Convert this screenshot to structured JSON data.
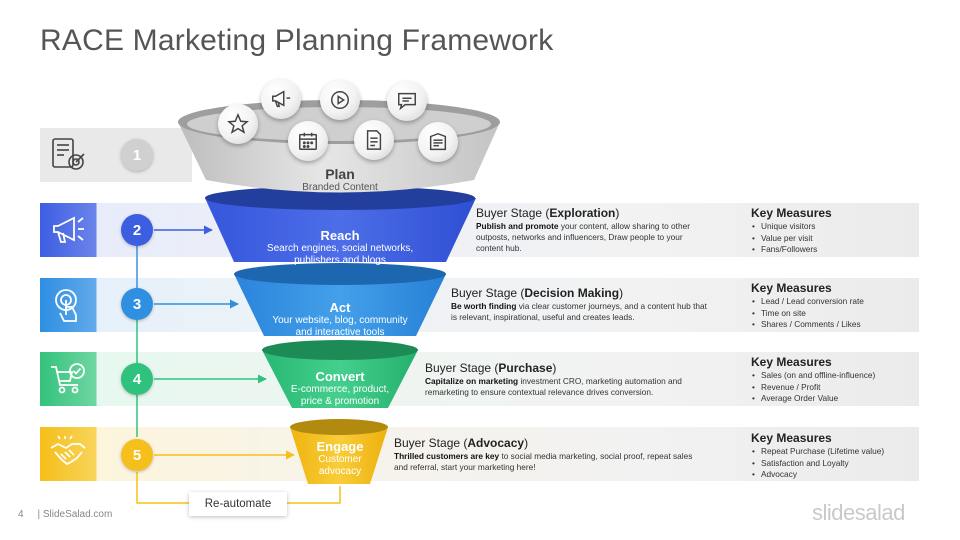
{
  "title": "RACE Marketing Planning Framework",
  "colors": {
    "plan": "#c8c8c8",
    "reach": "#3b5fe0",
    "act": "#2f8fe0",
    "convert": "#2fc27e",
    "engage": "#f5c01c"
  },
  "plan": {
    "heading": "Plan",
    "subtitle": "Branded Content"
  },
  "funnel_icons": [
    "star-icon",
    "megaphone-icon",
    "play-icon",
    "chat-icon",
    "calendar-icon",
    "document-icon",
    "newspaper-icon"
  ],
  "stages": [
    {
      "number": "1",
      "icon": "planning-checklist-icon"
    },
    {
      "number": "2",
      "icon": "megaphone-icon",
      "funnel_heading": "Reach",
      "funnel_sub": [
        "Search engines, social networks,",
        "publishers and blogs"
      ],
      "buyer_prefix": "Buyer Stage (",
      "buyer_name": "Exploration",
      "buyer_suffix": ")",
      "desc_bold": "Publish and promote",
      "desc_rest_1": " your content, allow sharing to other",
      "desc_lines": [
        "outposts, networks and influencers, Draw people to your",
        "content hub."
      ],
      "km_title": "Key Measures",
      "km_items": [
        "Unique visitors",
        "Value per visit",
        "Fans/Followers"
      ]
    },
    {
      "number": "3",
      "icon": "touch-icon",
      "funnel_heading": "Act",
      "funnel_sub": [
        "Your website, blog, community",
        "and interactive tools"
      ],
      "buyer_prefix": "Buyer Stage (",
      "buyer_name": "Decision Making",
      "buyer_suffix": ")",
      "desc_bold": "Be worth finding",
      "desc_rest_1": " via clear customer journeys, and a content hub that",
      "desc_lines": [
        "is relevant, inspirational,  useful and creates leads."
      ],
      "km_title": "Key Measures",
      "km_items": [
        "Lead / Lead conversion rate",
        "Time on site",
        "Shares / Comments / Likes"
      ]
    },
    {
      "number": "4",
      "icon": "cart-check-icon",
      "funnel_heading": "Convert",
      "funnel_sub": [
        "E-commerce, product,",
        "price & promotion"
      ],
      "buyer_prefix": "Buyer Stage (",
      "buyer_name": "Purchase",
      "buyer_suffix": ")",
      "desc_bold": "Capitalize on marketing",
      "desc_rest_1": " investment CRO, marketing automation and",
      "desc_lines": [
        "remarketing to ensure contextual relevance drives conversion."
      ],
      "km_title": "Key Measures",
      "km_items": [
        "Sales (on and offline-influence)",
        "Revenue / Profit",
        "Average Order Value"
      ]
    },
    {
      "number": "5",
      "icon": "handshake-icon",
      "funnel_heading": "Engage",
      "funnel_sub": [
        "Customer",
        "advocacy"
      ],
      "buyer_prefix": "Buyer Stage (",
      "buyer_name": "Advocacy",
      "buyer_suffix": ")",
      "desc_bold": "Thrilled customers are key",
      "desc_rest_1": " to social media marketing, social proof, repeat sales",
      "desc_lines": [
        "and referral, start your marketing here!"
      ],
      "km_title": "Key Measures",
      "km_items": [
        "Repeat Purchase (Lifetime value)",
        "Satisfaction and Loyalty",
        "Advocacy"
      ]
    }
  ],
  "reautomate": "Re-automate",
  "footer": {
    "page": "4",
    "site": "| SlideSalad.com"
  },
  "brand": "slidesalad"
}
